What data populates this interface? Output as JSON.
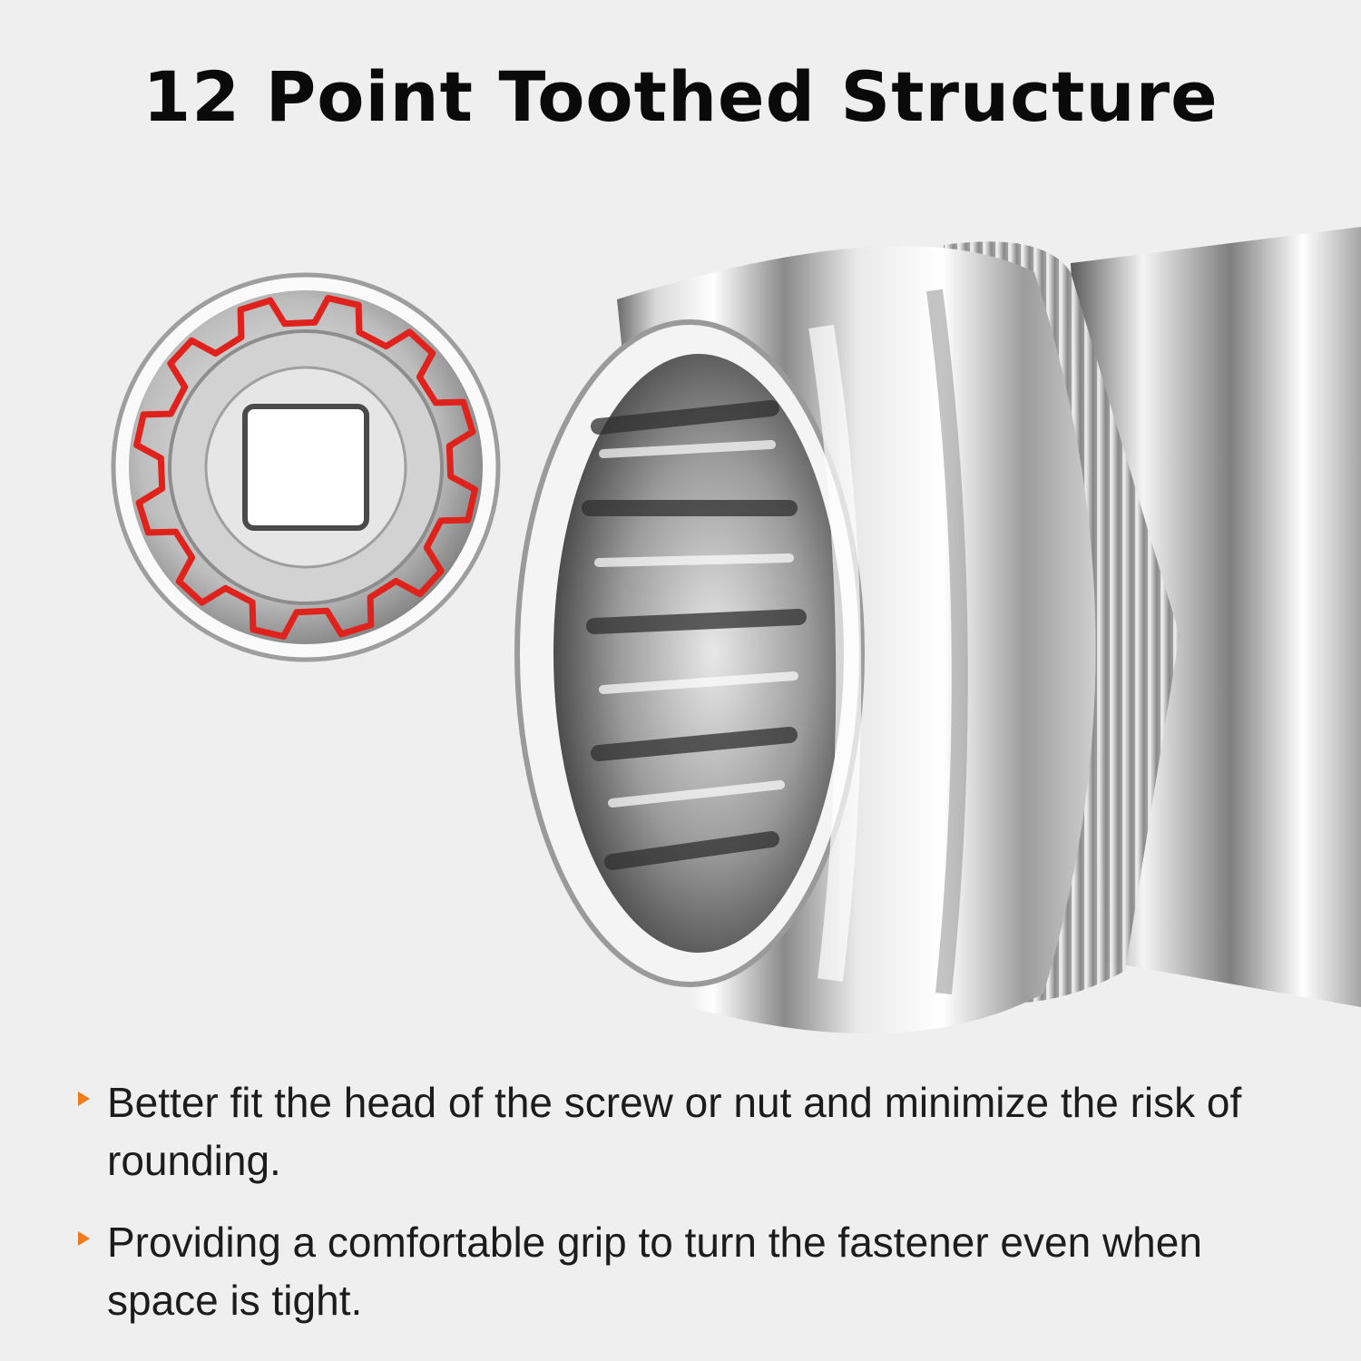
{
  "title": "12 Point Toothed Structure",
  "bullets": [
    "Better fit the head of the screw or nut and minimize the risk of rounding.",
    "Providing a comfortable grip to turn the fastener even when space is tight."
  ],
  "colors": {
    "background": "#efefef",
    "title_text": "#0a0a0a",
    "body_text": "#1c1c1c",
    "bullet_accent": "#f07a1c",
    "tooth_outline": "#e0221c",
    "chrome_dark": "#3a3a3a",
    "chrome_light": "#ffffff"
  },
  "icons": {
    "bullet": "orange-triangle-bullet-icon",
    "socket_end_view": "twelve-point-socket-icon",
    "socket_side_view": "chrome-socket-icon"
  },
  "socket_points": 12
}
